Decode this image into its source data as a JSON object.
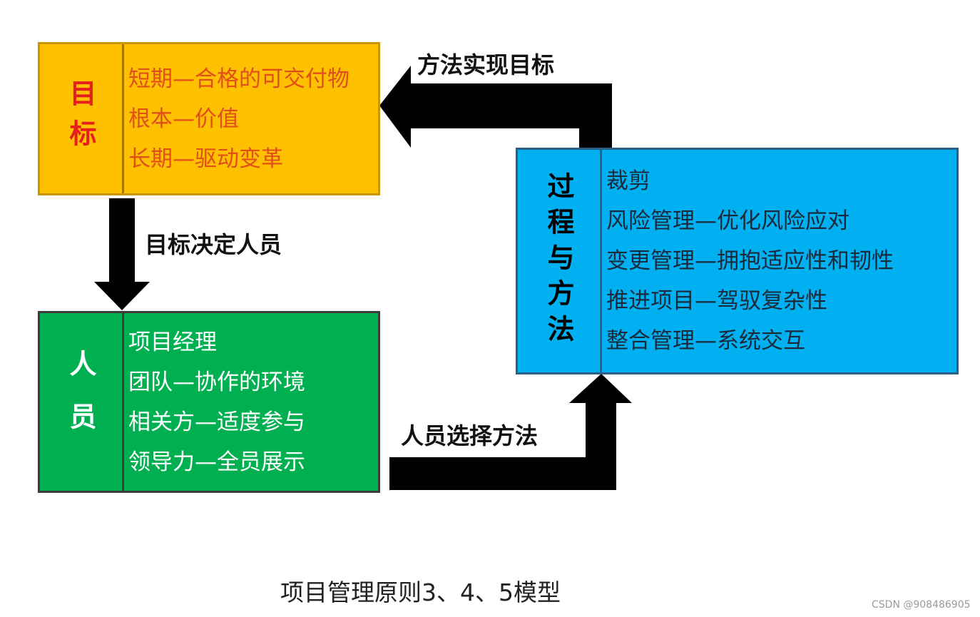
{
  "goal": {
    "header": "目标",
    "lines": [
      "短期—合格的可交付物",
      "根本—价值",
      "长期—驱动变革"
    ]
  },
  "people": {
    "header": "人员",
    "lines": [
      "项目经理",
      "团队—协作的环境",
      "相关方—适度参与",
      "领导力—全员展示"
    ]
  },
  "process": {
    "header": "过程与方法",
    "lines": [
      "裁剪",
      "风险管理—优化风险应对",
      "变更管理—拥抱适应性和韧性",
      "推进项目—驾驭复杂性",
      "整合管理—系统交互"
    ]
  },
  "arrows": {
    "process_to_goal": "方法实现目标",
    "goal_to_people": "目标决定人员",
    "people_to_process": "人员选择方法"
  },
  "caption": "项目管理原则3、4、5模型",
  "watermark": "CSDN @908486905",
  "colors": {
    "goal": "#ffc000",
    "people": "#00b050",
    "process": "#00b0f0",
    "arrow": "#000000"
  }
}
